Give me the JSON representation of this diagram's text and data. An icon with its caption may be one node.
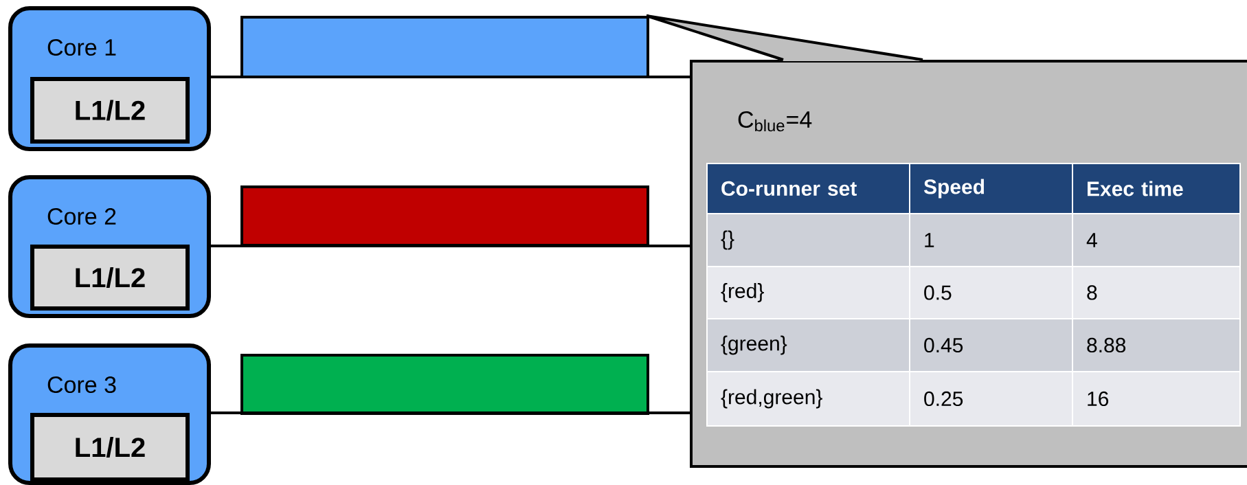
{
  "diagram": {
    "nodes": [
      {
        "text": [
          "Core 1"
        ]
      },
      {
        "text": [
          "L1/L2"
        ],
        "in": 0
      },
      {
        "text": [],
        "shape": "bar"
      },
      {
        "text": [
          "Core 2"
        ]
      },
      {
        "text": [
          "L1/L2"
        ],
        "in": 3
      },
      {
        "text": [],
        "shape": "bar"
      },
      {
        "text": [
          "Core 3"
        ]
      },
      {
        "text": [
          "L1/L2"
        ],
        "in": 6
      },
      {
        "text": [],
        "shape": "bar"
      },
      {
        "text": [
          "C$_{blue}$=4"
        ]
      }
    ],
    "edges": [
      {
        "from": 0,
        "to": 9,
        "arrow": "none"
      },
      {
        "from": 3,
        "to": 9,
        "arrow": "none"
      },
      {
        "from": 6,
        "to": 9,
        "arrow": "none"
      }
    ],
    "labels": [
      "Co-runner set",
      "Speed",
      "Exec time",
      "{}",
      "1",
      "4",
      "{red}",
      "0.5",
      "8",
      "{green}",
      "0.45",
      "8.88",
      "{red,green}",
      "0.25",
      "16"
    ]
  }
}
